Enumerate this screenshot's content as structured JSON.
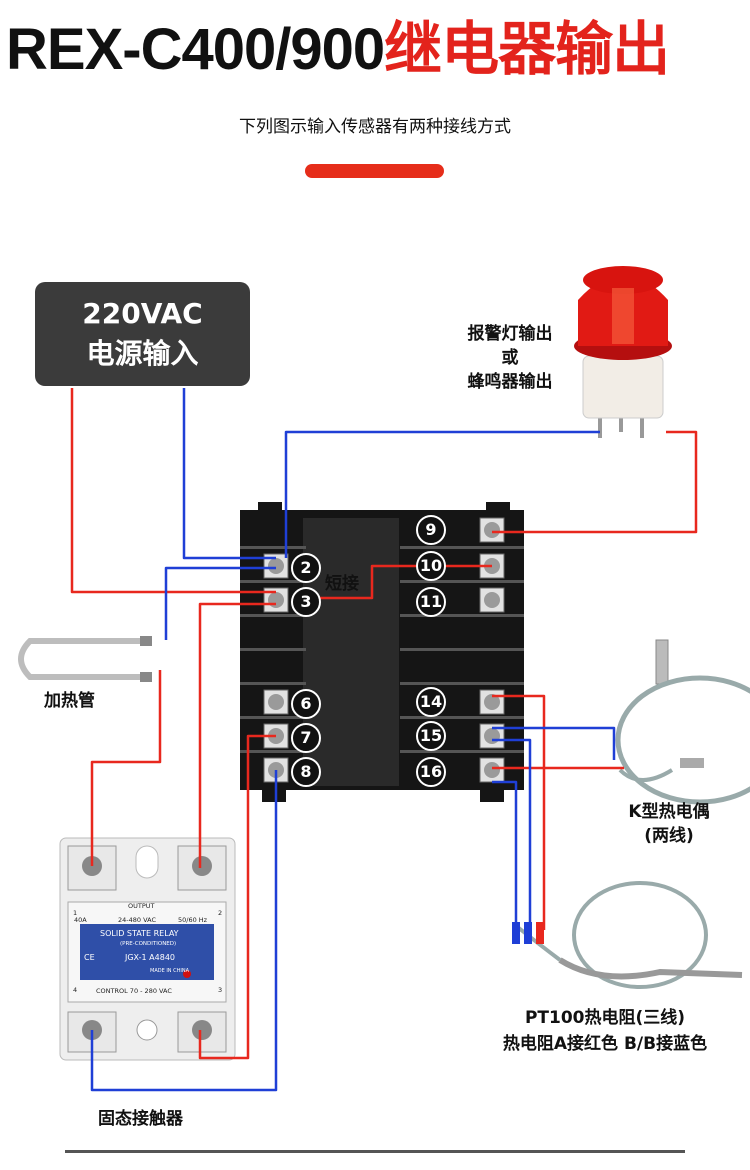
{
  "title": {
    "model": "REX-C400/900",
    "suffix": "继电器输出"
  },
  "subtitle": "下列图示输入传感器有两种接线方式",
  "power": {
    "line1": "220VAC",
    "line2": "电源输入"
  },
  "alarm_label": [
    "报警灯输出",
    "或",
    "蜂鸣器输出"
  ],
  "short_label": "短接",
  "heater_label": "加热管",
  "thermocouple_label": [
    "K型热电偶",
    "(两线)"
  ],
  "rtd_label": [
    "PT100热电阻(三线)",
    "热电阻A接红色 B/B接蓝色"
  ],
  "ssr_label": "固态接触器",
  "ssr_face": {
    "output": "OUTPUT",
    "rating_a": "40A",
    "rating_v": "24-480 VAC",
    "rating_hz": "50/60 Hz",
    "name": "SOLID STATE RELAY",
    "note": "(PRE-CONDITIONED)",
    "model": "JGX-1  A4840",
    "made": "MADE IN CHINA",
    "control": "CONTROL 70 - 280 VAC",
    "t1": "1",
    "t2": "2",
    "t3": "3",
    "t4": "4",
    "ce": "CE"
  },
  "terminals": {
    "left": [
      "2",
      "3",
      "6",
      "7",
      "8"
    ],
    "right": [
      "9",
      "10",
      "11",
      "14",
      "15",
      "16"
    ]
  },
  "colors": {
    "live": "#e8281e",
    "neutral": "#1f3fd6",
    "accent": "#e62d1a",
    "device": "#151515"
  }
}
